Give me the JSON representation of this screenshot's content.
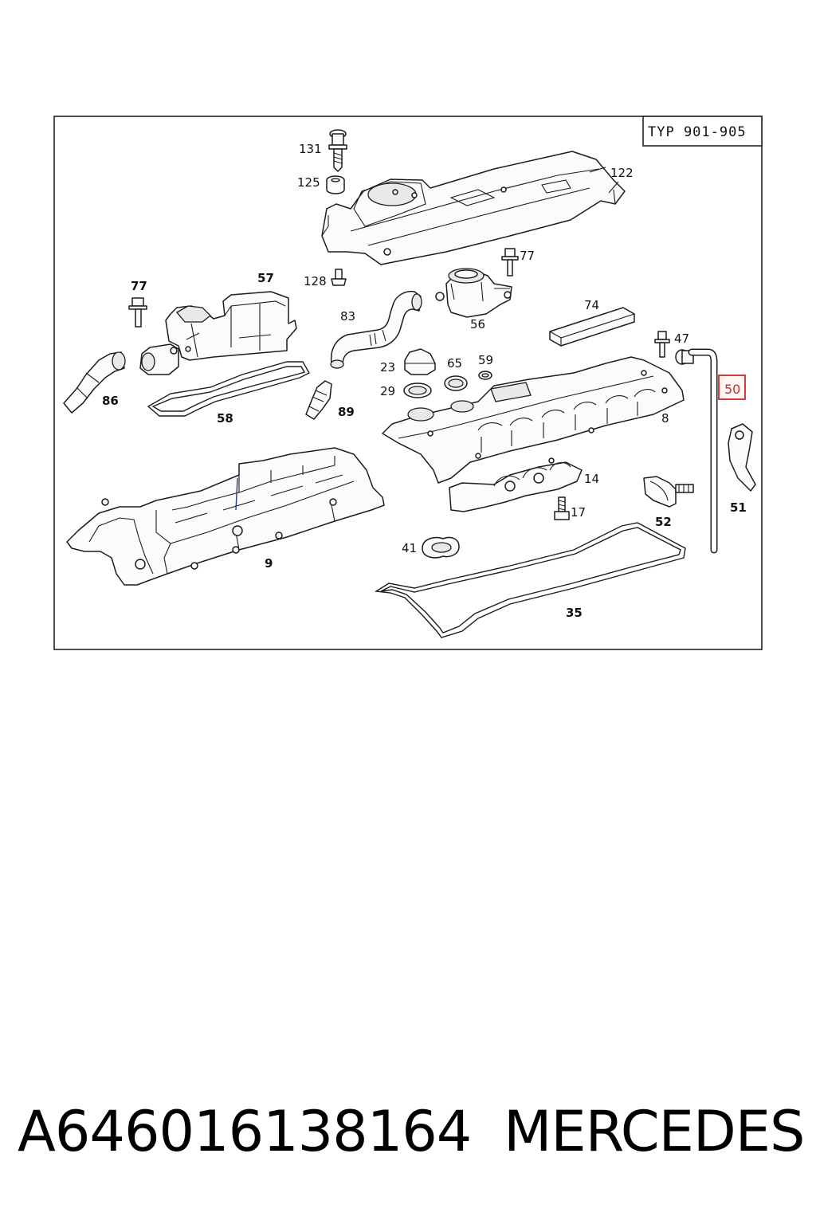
{
  "header": {
    "type_label": "TYP 901-905"
  },
  "highlighted_part": "50",
  "parts": [
    {
      "id": "131"
    },
    {
      "id": "125"
    },
    {
      "id": "122"
    },
    {
      "id": "77a",
      "label": "77"
    },
    {
      "id": "57"
    },
    {
      "id": "128"
    },
    {
      "id": "83"
    },
    {
      "id": "56"
    },
    {
      "id": "74"
    },
    {
      "id": "77b",
      "label": "77"
    },
    {
      "id": "47"
    },
    {
      "id": "23"
    },
    {
      "id": "65"
    },
    {
      "id": "59"
    },
    {
      "id": "29"
    },
    {
      "id": "86"
    },
    {
      "id": "58"
    },
    {
      "id": "89"
    },
    {
      "id": "8"
    },
    {
      "id": "14"
    },
    {
      "id": "51"
    },
    {
      "id": "52"
    },
    {
      "id": "17"
    },
    {
      "id": "9"
    },
    {
      "id": "41"
    },
    {
      "id": "35"
    }
  ],
  "labels": {
    "p131": "131",
    "p125": "125",
    "p122": "122",
    "p77a": "77",
    "p77b": "77",
    "p57": "57",
    "p128": "128",
    "p83": "83",
    "p56": "56",
    "p74": "74",
    "p47": "47",
    "p23": "23",
    "p65": "65",
    "p59": "59",
    "p29": "29",
    "p86": "86",
    "p58": "58",
    "p89": "89",
    "p8": "8",
    "p14": "14",
    "p51": "51",
    "p52": "52",
    "p17": "17",
    "p9": "9",
    "p41": "41",
    "p35": "35",
    "p50": "50"
  },
  "footer": {
    "part_number": "A646016138164",
    "brand": "MERCEDES"
  },
  "colors": {
    "highlight": "#d23c3c",
    "line": "#1c1c1c"
  }
}
